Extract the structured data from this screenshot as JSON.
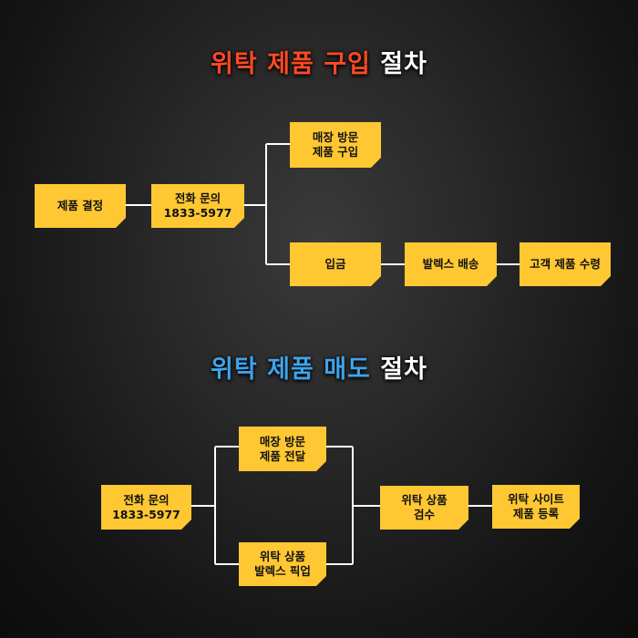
{
  "purchase": {
    "title_highlight": "위탁 제품 구입",
    "title_rest": "절차",
    "steps": {
      "decide": "제품 결정",
      "call": "전화 문의\n1833-5977",
      "visit": "매장 방문\n제품 구입",
      "deposit": "입금",
      "ship": "발렉스 배송",
      "receive": "고객 제품 수령"
    }
  },
  "sale": {
    "title_highlight": "위탁 제품 매도",
    "title_rest": "절차",
    "steps": {
      "call": "전화 문의\n1833-5977",
      "visit": "매장 방문\n제품 전달",
      "pickup": "위탁 상품\n발렉스 픽업",
      "inspect": "위탁 상품\n검수",
      "register": "위탁 사이트\n제품 등록"
    }
  },
  "colors": {
    "box": "#ffc832",
    "title_red": "#ff4a24",
    "title_blue": "#3ea4ea",
    "connector": "#ffffff"
  }
}
